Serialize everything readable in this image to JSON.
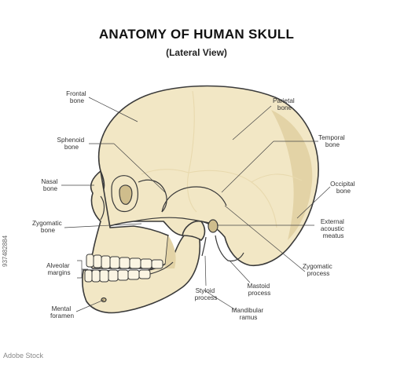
{
  "title": "ANATOMY OF HUMAN SKULL",
  "subtitle": "(Lateral View)",
  "labels": {
    "frontal": [
      "Frontal",
      "bone"
    ],
    "sphenoid": [
      "Sphenoid",
      "bone"
    ],
    "nasal": [
      "Nasal",
      "bone"
    ],
    "zygomatic_bone": [
      "Zygomatic",
      "bone"
    ],
    "alveolar": [
      "Alveolar",
      "margins"
    ],
    "mental": [
      "Mental",
      "foramen"
    ],
    "parietal": [
      "Parietal",
      "bone"
    ],
    "temporal": [
      "Temporal",
      "bone"
    ],
    "occipital": [
      "Occipital",
      "bone"
    ],
    "acoustic": [
      "External",
      "acoustic",
      "meatus"
    ],
    "zygomatic_process": [
      "Zygomatic",
      "process"
    ],
    "styloid": [
      "Styloid",
      "process"
    ],
    "mastoid": [
      "Mastoid",
      "process"
    ],
    "mandibular": [
      "Mandibular",
      "ramus"
    ]
  },
  "side_id": "937482884",
  "brand": "Adobe Stock",
  "colors": {
    "bone": "#f2e7c5",
    "outline": "#3a3a3a",
    "shade": "#e3d3a6"
  }
}
